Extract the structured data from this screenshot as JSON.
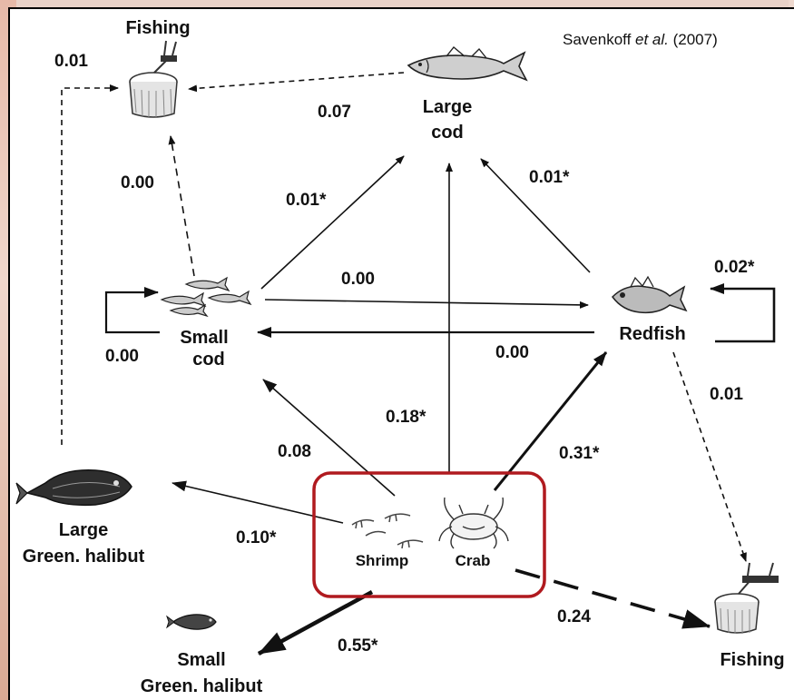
{
  "credit": {
    "author": "Savenkoff ",
    "etal": "et al.",
    "year": " (2007)"
  },
  "nodes": {
    "fishing_top": "Fishing",
    "large_cod_1": "Large",
    "large_cod_2": "cod",
    "small_cod_1": "Small",
    "small_cod_2": "cod",
    "redfish": "Redfish",
    "large_halibut_1": "Large",
    "large_halibut_2": "Green. halibut",
    "small_halibut_1": "Small",
    "small_halibut_2": "Green. halibut",
    "shrimp": "Shrimp",
    "crab": "Crab",
    "fishing_bottom": "Fishing"
  },
  "values": {
    "fishing_top_in": "0.01",
    "largecod_to_fishing": "0.07",
    "smallcod_to_fishing": "0.00",
    "smallcod_to_largecod": "0.01*",
    "redfish_to_largecod": "0.01*",
    "redfish_self": "0.02*",
    "smallcod_to_redfish": "0.00",
    "smallcod_self": "0.00",
    "redfish_to_smallcod": "0.00",
    "redfish_to_fishing": "0.01",
    "crab_to_largecod": "0.18*",
    "shrimp_to_smallcod": "0.08",
    "crab_to_redfish": "0.31*",
    "shrimp_to_largehalibut": "0.10*",
    "crab_to_fishing": "0.24",
    "shrimp_to_smallhalibut": "0.55*"
  },
  "colors": {
    "highlight_box": "#b01a1f"
  }
}
